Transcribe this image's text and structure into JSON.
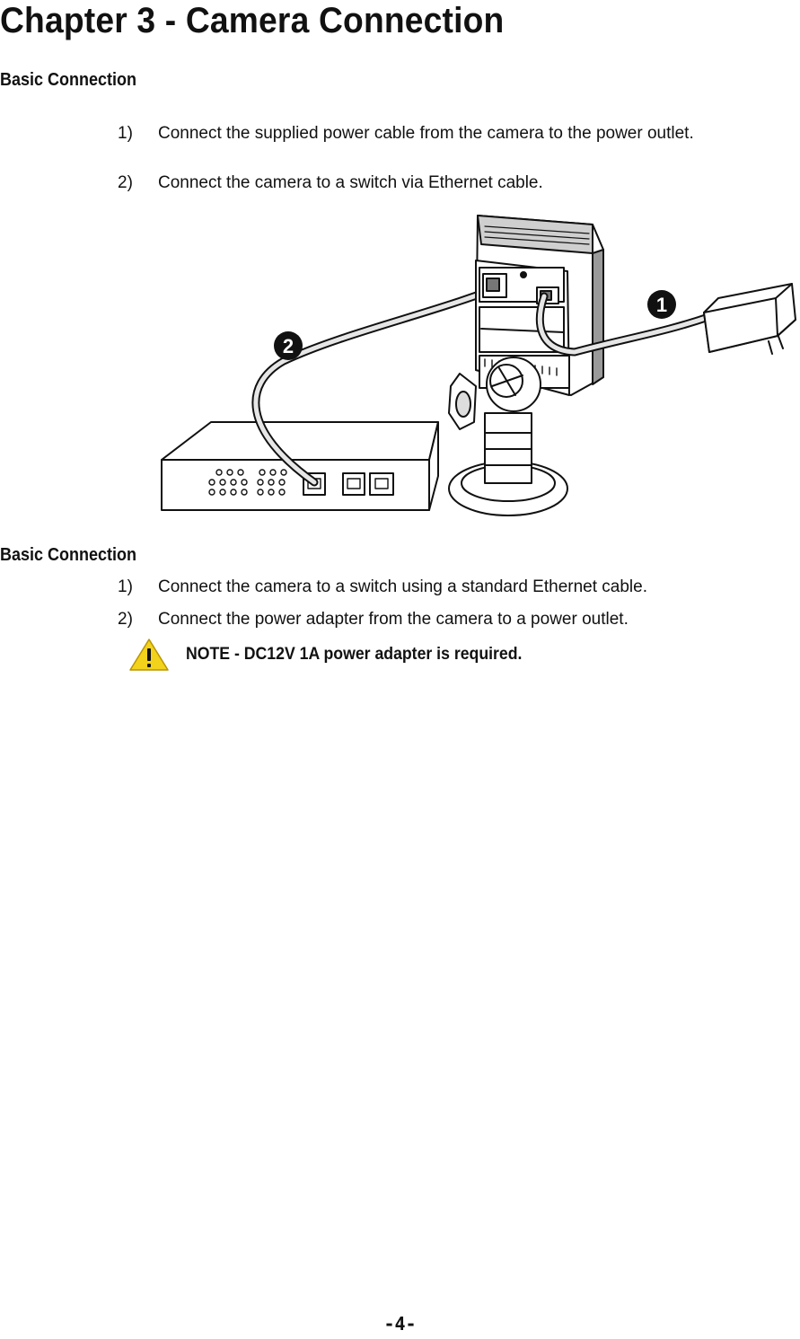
{
  "chapter_title": "Chapter 3 - Camera Connection",
  "section1": {
    "heading": "Basic Connection",
    "steps": [
      {
        "num": "1)",
        "text": "Connect the supplied power cable from the camera to the power outlet."
      },
      {
        "num": "2)",
        "text": "Connect the camera to a switch via Ethernet cable."
      }
    ]
  },
  "figure": {
    "callout_1": "1",
    "callout_2": "2"
  },
  "section2": {
    "heading": "Basic Connection",
    "steps": [
      {
        "num": "1)",
        "text": "Connect the camera to a switch using a standard Ethernet cable."
      },
      {
        "num": "2)",
        "text": "Connect the power adapter from the camera to a power outlet."
      }
    ],
    "note": "NOTE - DC12V 1A power adapter is required.",
    "note_icon": "warning-icon",
    "note_icon_color": "#f2d21b"
  },
  "page_number": "-4-"
}
